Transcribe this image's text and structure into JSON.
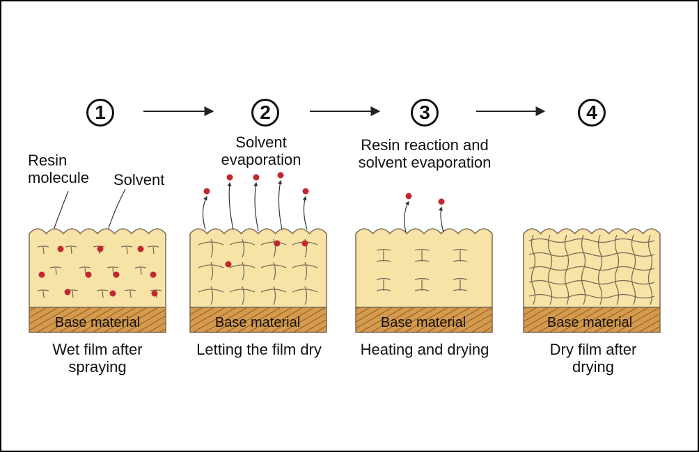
{
  "colors": {
    "film": "#f7e3a6",
    "base": "#d59a4d",
    "hatch": "#8a5a1e",
    "outline": "#7a6a55",
    "resin": "#7b6a5a",
    "solvent": "#c0282d",
    "arrow": "#222222"
  },
  "steps": [
    {
      "number": "1",
      "caption": [
        "Wet film after",
        "spraying"
      ],
      "base": "Base material"
    },
    {
      "number": "2",
      "caption": [
        "Letting the film dry"
      ],
      "top_label": [
        "Solvent",
        "evaporation"
      ],
      "base": "Base material"
    },
    {
      "number": "3",
      "caption": [
        "Heating and drying"
      ],
      "top_label": [
        "Resin reaction and",
        "solvent evaporation"
      ],
      "base": "Base material"
    },
    {
      "number": "4",
      "caption": [
        "Dry film after",
        "drying"
      ],
      "base": "Base material"
    }
  ],
  "callouts": {
    "resin": [
      "Resin",
      "molecule"
    ],
    "solvent": "Solvent"
  }
}
